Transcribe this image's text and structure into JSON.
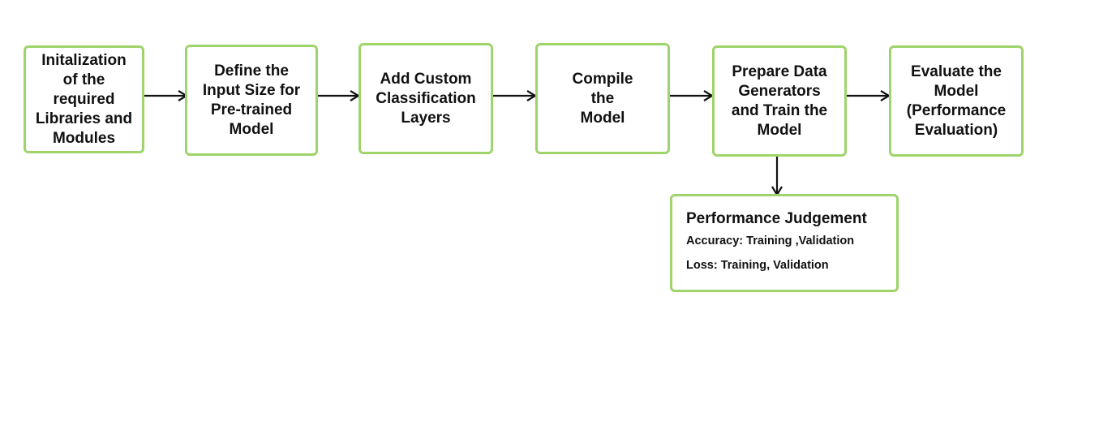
{
  "flow": {
    "steps": [
      {
        "label": "Initalization\nof the\nrequired\nLibraries and\nModules"
      },
      {
        "label": "Define the\nInput Size for\nPre-trained\nModel"
      },
      {
        "label": "Add Custom\nClassification\nLayers"
      },
      {
        "label": "Compile\nthe\nModel"
      },
      {
        "label": "Prepare Data\nGenerators\nand Train the\nModel"
      },
      {
        "label": "Evaluate the\nModel\n(Performance\nEvaluation)"
      }
    ],
    "judgement": {
      "title": "Performance Judgement",
      "accuracy": "Accuracy: Training ,Validation",
      "loss": "Loss: Training, Validation"
    }
  },
  "colors": {
    "box_border": "#9ed46a",
    "arrow": "#111111"
  }
}
